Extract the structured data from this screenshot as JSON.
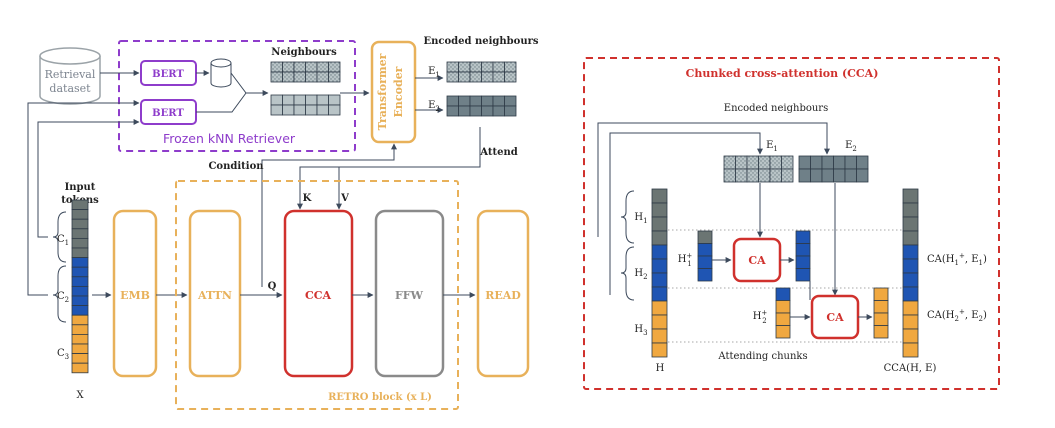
{
  "left": {
    "retrieval_dataset": [
      "Retrieval",
      "dataset"
    ],
    "bert_1": "BERT",
    "bert_2": "BERT",
    "frozen_retriever": "Frozen kNN Retriever",
    "neighbours": "Neighbours",
    "transformer_encoder": [
      "Transformer",
      "Encoder"
    ],
    "encoded_neighbours": "Encoded neighbours",
    "e1": {
      "base": "E",
      "sub": "1"
    },
    "e2": {
      "base": "E",
      "sub": "2"
    },
    "attend": "Attend",
    "condition": "Condition",
    "input_tokens": [
      "Input",
      "tokens"
    ],
    "c1": {
      "base": "C",
      "sub": "1"
    },
    "c2": {
      "base": "C",
      "sub": "2"
    },
    "c3": {
      "base": "C",
      "sub": "3"
    },
    "x": "X",
    "emb": "EMB",
    "attn": "ATTN",
    "q": "Q",
    "k": "K",
    "v": "V",
    "cca": "CCA",
    "ffw": "FFW",
    "read": "READ",
    "retro_block": "RETRO block (x L)"
  },
  "right": {
    "title": "Chunked cross-attention (CCA)",
    "encoded_neighbours": "Encoded neighbours",
    "e1": {
      "base": "E",
      "sub": "1"
    },
    "e2": {
      "base": "E",
      "sub": "2"
    },
    "h1": {
      "base": "H",
      "sub": "1"
    },
    "h2": {
      "base": "H",
      "sub": "2"
    },
    "h3": {
      "base": "H",
      "sub": "3"
    },
    "h1_plus": {
      "base": "H",
      "sub": "1",
      "sup": "+"
    },
    "h2_plus": {
      "base": "H",
      "sub": "2",
      "sup": "+"
    },
    "h": "H",
    "ca_1": "CA",
    "ca_2": "CA",
    "attending_chunks": "Attending chunks",
    "out_1": "CA(H1+, E1)",
    "out_2": "CA(H2+, E2)",
    "out_h": "CCA(H, E)"
  },
  "colors": {
    "purple": "#8e3ccb",
    "orange": "#e8b15a",
    "red": "#d0312d",
    "blue": "#1f55b3",
    "gray_token": "#6b7573",
    "orange_token": "#f0a840",
    "neighbour_fill": "#b9c4c7",
    "encoded_fill": "#6f8088",
    "line": "#3d4a5c"
  }
}
